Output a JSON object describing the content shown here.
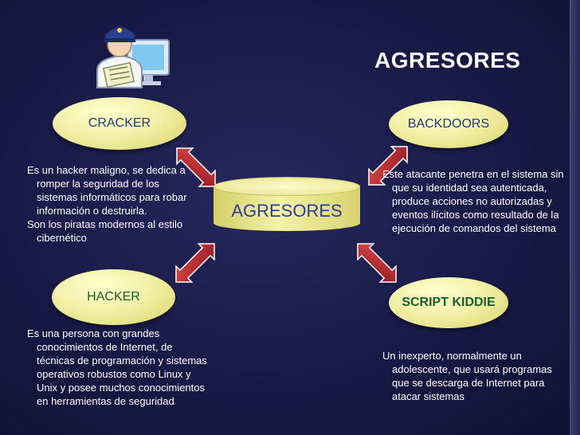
{
  "title": "AGRESORES",
  "center": {
    "label": "AGRESORES"
  },
  "nodes": {
    "cracker": {
      "label": "CRACKER",
      "description": [
        "Es un hacker maligno, se dedica a romper la seguridad de los sistemas informáticos para robar información o destruirla.",
        "Son los piratas modernos al estilo cibernético"
      ]
    },
    "backdoors": {
      "label": "BACKDOORS",
      "description": [
        "Este atacante penetra en el sistema sin que su identidad sea autenticada, produce acciones no autorizadas y eventos ilícitos como resultado de la ejecución de comandos del sistema"
      ]
    },
    "hacker": {
      "label": "HACKER",
      "description": [
        "Es una persona con grandes conocimientos de Internet, de técnicas de programación y sistemas operativos robustos como Linux y Unix y posee muchos conocimientos en herramientas de seguridad"
      ]
    },
    "script": {
      "label": "SCRIPT KIDDIE",
      "description": [
        "Un inexperto, normalmente un adolescente, que usará programas que se descarga de Internet para atacar sistemas"
      ]
    }
  },
  "colors": {
    "background": "#1a1c4a",
    "ellipse": "#f3f0a9",
    "arrow": "#b5202b",
    "title": "#ffffff"
  },
  "icons": {
    "logo": "police-officer-computer-icon"
  }
}
